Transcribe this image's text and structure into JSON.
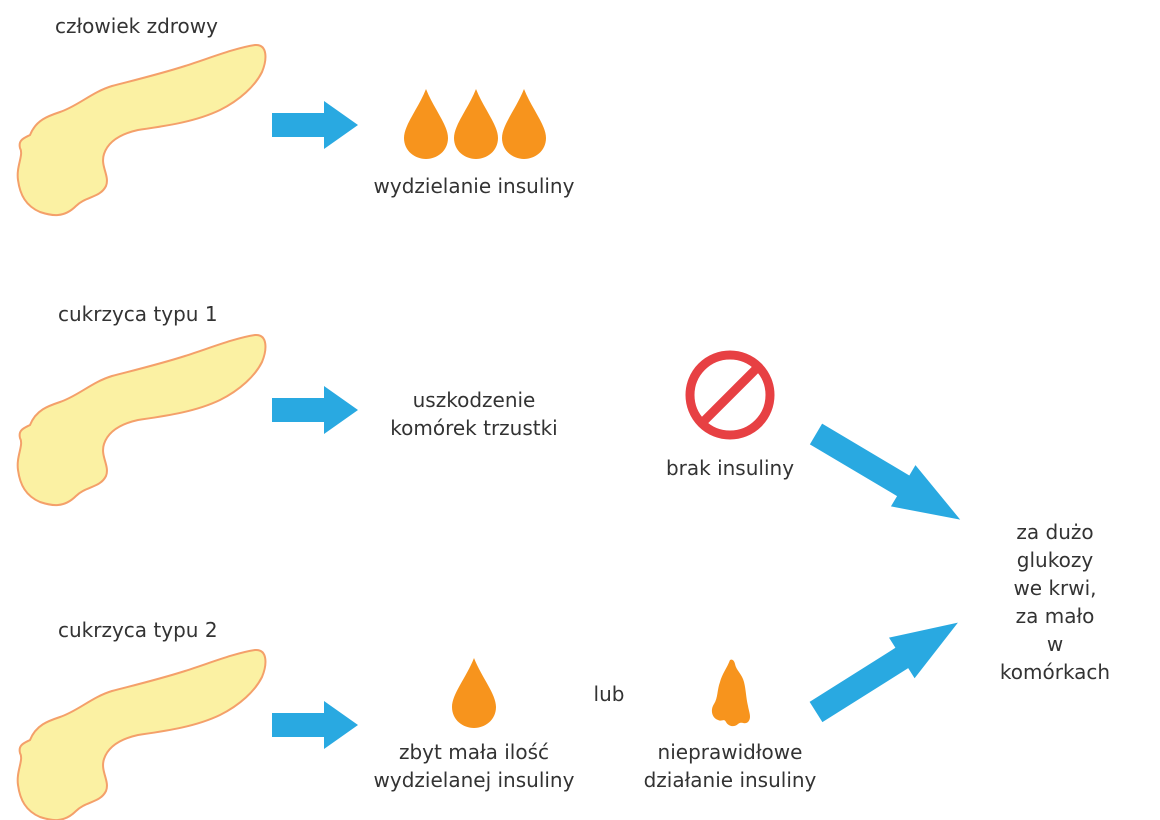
{
  "rows": {
    "healthy": {
      "title": "człowiek zdrowy",
      "result": "wydzielanie insuliny"
    },
    "type1": {
      "title": "cukrzyca typu 1",
      "cause": "uszkodzenie\nkomórek trzustki",
      "effect": "brak insuliny"
    },
    "type2": {
      "title": "cukrzyca typu 2",
      "cause_a": "zbyt mała ilość\nwydzielanej insuliny",
      "connector": "lub",
      "cause_b": "nieprawidłowe\ndziałanie insuliny"
    }
  },
  "outcome": "za dużo\nglukozy we krwi,\nza mało\nw komórkach",
  "colors": {
    "pancreas_fill": "#fbf1a3",
    "pancreas_stroke": "#f4a06a",
    "arrow": "#29a9e1",
    "drop": "#f7941d",
    "prohibition": "#e74043",
    "text": "#333333"
  },
  "icons": [
    "pancreas-icon",
    "arrow-right-icon",
    "insulin-drop-icon",
    "prohibition-icon",
    "deformed-insulin-icon"
  ]
}
